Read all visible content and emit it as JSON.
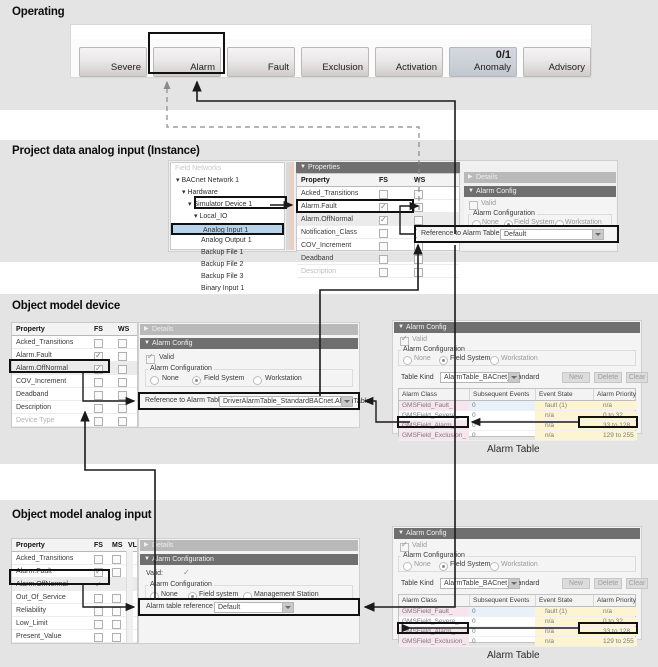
{
  "sections": {
    "operating": {
      "title": "Operating"
    },
    "project": {
      "title": "Project data analog input (Instance)"
    },
    "device": {
      "title": "Object model device"
    },
    "analog": {
      "title": "Object model analog input"
    }
  },
  "operating_buttons": [
    {
      "label": "Severe",
      "count": "",
      "selected": false,
      "flat": false
    },
    {
      "label": "Alarm",
      "count": "",
      "selected": true,
      "flat": false
    },
    {
      "label": "Fault",
      "count": "",
      "selected": false,
      "flat": false
    },
    {
      "label": "Exclusion",
      "count": "",
      "selected": false,
      "flat": false
    },
    {
      "label": "Activation",
      "count": "",
      "selected": false,
      "flat": false
    },
    {
      "label": "Anomaly",
      "count": "0/1",
      "selected": false,
      "flat": true
    },
    {
      "label": "Advisory",
      "count": "",
      "selected": false,
      "flat": false
    }
  ],
  "project": {
    "tree": [
      "Field Networks",
      "BACnet Network 1",
      "Hardware",
      "Simulator Device 1",
      "Local_IO",
      "Analog Input 1",
      "Analog Output 1",
      "Backup File 1",
      "Backup File 2",
      "Backup File 3",
      "Binary Input 1"
    ],
    "properties_header": "Properties",
    "columns": [
      "Property",
      "FS",
      "WS"
    ],
    "rows": [
      {
        "name": "Acked_Transitions",
        "fs": false,
        "ws": false
      },
      {
        "name": "Alarm.Fault",
        "fs": true,
        "ws": false
      },
      {
        "name": "Alarm.OffNormal",
        "fs": true,
        "ws": false
      },
      {
        "name": "Notification_Class",
        "fs": false,
        "ws": false
      },
      {
        "name": "COV_Increment",
        "fs": false,
        "ws": false
      },
      {
        "name": "Deadband",
        "fs": false,
        "ws": false
      },
      {
        "name": "Description",
        "fs": false,
        "ws": false
      }
    ],
    "details_label": "Details",
    "alarm_config_label": "Alarm Config",
    "valid_label": "Valid",
    "alarm_configuration_label": "Alarm Configuration",
    "radios": [
      "None",
      "Field System",
      "Workstation"
    ],
    "reference_label": "Reference to Alarm Table",
    "reference_value": "Default"
  },
  "device": {
    "columns": [
      "Property",
      "FS",
      "WS"
    ],
    "rows": [
      {
        "name": "Acked_Transitions",
        "fs": false,
        "ws": false
      },
      {
        "name": "Alarm.Fault",
        "fs": true,
        "ws": false
      },
      {
        "name": "Alarm.OffNormal",
        "fs": true,
        "ws": false
      },
      {
        "name": "COV_Increment",
        "fs": false,
        "ws": false
      },
      {
        "name": "Deadband",
        "fs": false,
        "ws": false
      },
      {
        "name": "Description",
        "fs": false,
        "ws": false
      },
      {
        "name": "Device Type",
        "fs": false,
        "ws": false
      }
    ],
    "details_label": "Details",
    "alarm_config_label": "Alarm Config",
    "valid_label": "Valid",
    "alarm_configuration_label": "Alarm Configuration",
    "radios": [
      "None",
      "Field System",
      "Workstation"
    ],
    "reference_label": "Reference to Alarm Table",
    "reference_value": "DriverAlarmTable_StandardBACnet.AlarmTable"
  },
  "analog": {
    "columns": [
      "Property",
      "FS",
      "MS",
      "VL"
    ],
    "rows": [
      {
        "name": "Acked_Transitions",
        "fs": false,
        "ms": false
      },
      {
        "name": "Alarm.Fault",
        "fs": true,
        "ms": false
      },
      {
        "name": "Alarm.OffNormal",
        "fs": true,
        "ms": false
      },
      {
        "name": "Out_Of_Service",
        "fs": false,
        "ms": false
      },
      {
        "name": "Reliability",
        "fs": false,
        "ms": false
      },
      {
        "name": "Low_Limit",
        "fs": false,
        "ms": false
      },
      {
        "name": "Present_Value",
        "fs": false,
        "ms": false
      }
    ],
    "details_label": "Details",
    "alarm_config_label": "Alarm Configuration",
    "valid_label": "Valid:",
    "alarm_configuration_label": "Alarm Configuration",
    "radios": [
      "None",
      "Field system",
      "Management Station"
    ],
    "reference_label": "Alarm table reference",
    "reference_value": "Default"
  },
  "alarm_table_top": {
    "panel_title": "Alarm Config",
    "valid_label": "Valid",
    "alarm_configuration_label": "Alarm Configuration",
    "radios": [
      "None",
      "Field System",
      "Workstation"
    ],
    "table_kind_label": "Table Kind",
    "table_kind_value": "AlarmTable_BACnet_Standard",
    "buttons": [
      "New",
      "Delete",
      "Clear"
    ],
    "columns": [
      "Alarm Class",
      "Subsequent Events",
      "Event State",
      "Alarm Priority"
    ],
    "rows": [
      {
        "alarm_class": "GMSField_Fault_",
        "subsequent_events": "0",
        "event_state": "fault (1)",
        "alarm_priority": "n/a"
      },
      {
        "alarm_class": "GMSField_Severe_",
        "subsequent_events": "0",
        "event_state": "n/a",
        "alarm_priority": "0 to  32"
      },
      {
        "alarm_class": "GMSField_Alarm_",
        "subsequent_events": "0",
        "event_state": "n/a",
        "alarm_priority": "33  to  128"
      },
      {
        "alarm_class": "GMSField_Exclusion_",
        "subsequent_events": "0",
        "event_state": "n/a",
        "alarm_priority": "129  to  255"
      }
    ],
    "caption": "Alarm Table"
  },
  "alarm_table_bottom": {
    "panel_title": "Alarm Config",
    "valid_label": "Valid",
    "alarm_configuration_label": "Alarm Configuration",
    "radios": [
      "None",
      "Field System",
      "Workstation"
    ],
    "table_kind_label": "Table Kind",
    "table_kind_value": "AlarmTable_BACnet_Standard",
    "buttons": [
      "New",
      "Delete",
      "Clear"
    ],
    "columns": [
      "Alarm Class",
      "Subsequent Events",
      "Event State",
      "Alarm Priority"
    ],
    "rows": [
      {
        "alarm_class": "GMSField_Fault_",
        "subsequent_events": "0",
        "event_state": "fault (1)",
        "alarm_priority": "n/a"
      },
      {
        "alarm_class": "GMSField_Severe_",
        "subsequent_events": "0",
        "event_state": "n/a",
        "alarm_priority": "0 to  32"
      },
      {
        "alarm_class": "GMSField_Alarm_",
        "subsequent_events": "0",
        "event_state": "n/a",
        "alarm_priority": "33  to  128"
      },
      {
        "alarm_class": "GMSField_Exclusion_",
        "subsequent_events": "0",
        "event_state": "n/a",
        "alarm_priority": "129  to  255"
      }
    ],
    "caption": "Alarm Table"
  },
  "colors": {
    "band": "#e4e4e4",
    "selection": "#b8d4ec",
    "header_dark": "#6f6f6f",
    "pink_row": "#f7e4ec",
    "yellow_cell": "#fdf4d2",
    "blue_row": "#e8f0fa",
    "highlight_border": "#111111"
  }
}
